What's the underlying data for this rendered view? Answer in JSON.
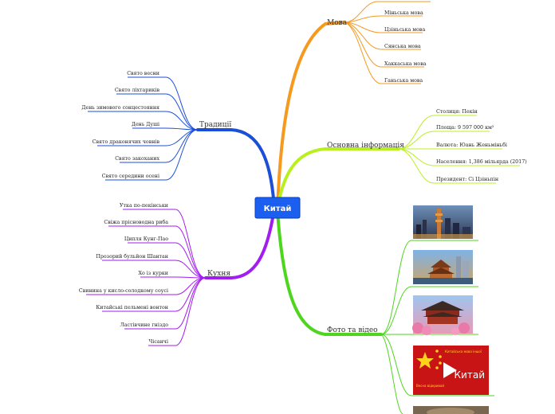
{
  "root": {
    "label": "Китай",
    "color": "#1a5ff0"
  },
  "branches": {
    "language": {
      "label": "Мова",
      "color": "#f59a1e",
      "items": [
        "Міньська мова",
        "Цзіньська мова",
        "Сянська мова",
        "Хаккаська мова",
        "Ганьська мова"
      ]
    },
    "info": {
      "label": "Основна інформація",
      "color": "#b8f01e",
      "items": [
        "Столиця: Пекін",
        "Площа: 9 597 000 км²",
        "Валюта: Юань Женьміньбі",
        "Населення: 1,386 мільярда (2017)",
        "Президент: Сі Цзіньпін"
      ]
    },
    "traditions": {
      "label": "Традиції",
      "color": "#1c4fd8",
      "items": [
        "Свято весни",
        "Свято ліхтариків",
        "День зимового сонцестояння",
        "День Душі",
        "Свято драконячих човнів",
        "Свято закоханих",
        "Свято середини осені"
      ]
    },
    "cuisine": {
      "label": "Кухня",
      "color": "#a31cf0",
      "items": [
        "Утка по-пекінськи",
        "Свіжа прісноводна риба",
        "Ципля Кунг-Пао",
        "Прозорий бульйон Шантан",
        "Хо із курки",
        "Свинина у кисло-солодкому соусі",
        "Китайські пельмені вонтон",
        "Ластівчине гніздо",
        "Чісанчі"
      ]
    },
    "media": {
      "label": "Фото та відео",
      "color": "#4ed61e",
      "video_caption": "Китай",
      "video_small_top": "Китайська мова іншої",
      "video_small_bottom": "Весна відкривай"
    }
  }
}
